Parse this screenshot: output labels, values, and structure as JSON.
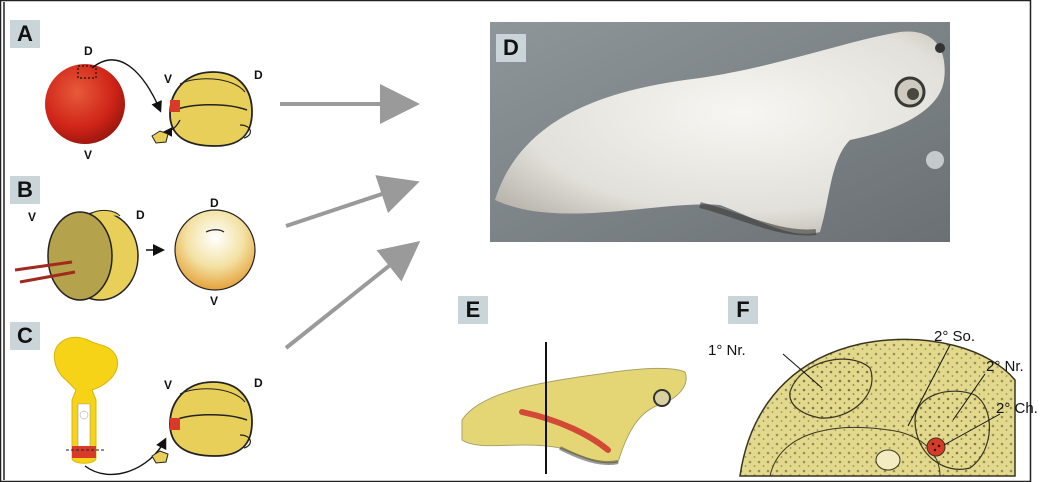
{
  "panels": {
    "a": {
      "label": "A",
      "dorsal": "D",
      "ventral": "V",
      "dorsal2": "D",
      "ventral2": "V"
    },
    "b": {
      "label": "B",
      "ventral": "V",
      "dorsal": "D",
      "dorsal2": "D",
      "ventral2": "V"
    },
    "c": {
      "label": "C",
      "ventral": "V",
      "dorsal": "D"
    },
    "d": {
      "label": "D"
    },
    "e": {
      "label": "E"
    },
    "f": {
      "label": "F",
      "annotations": {
        "nr1": "1° Nr.",
        "so2": "2° So.",
        "nr2": "2° Nr.",
        "ch2": "2° Ch."
      }
    }
  },
  "colors": {
    "label_bg": "#c9d5d9",
    "egg_red": "#d2261b",
    "embryo_yellow": "#e7cf59",
    "graft_red": "#d83a2a",
    "arrow_gray": "#9a9a9a",
    "section_yellow": "#e3d98c"
  }
}
